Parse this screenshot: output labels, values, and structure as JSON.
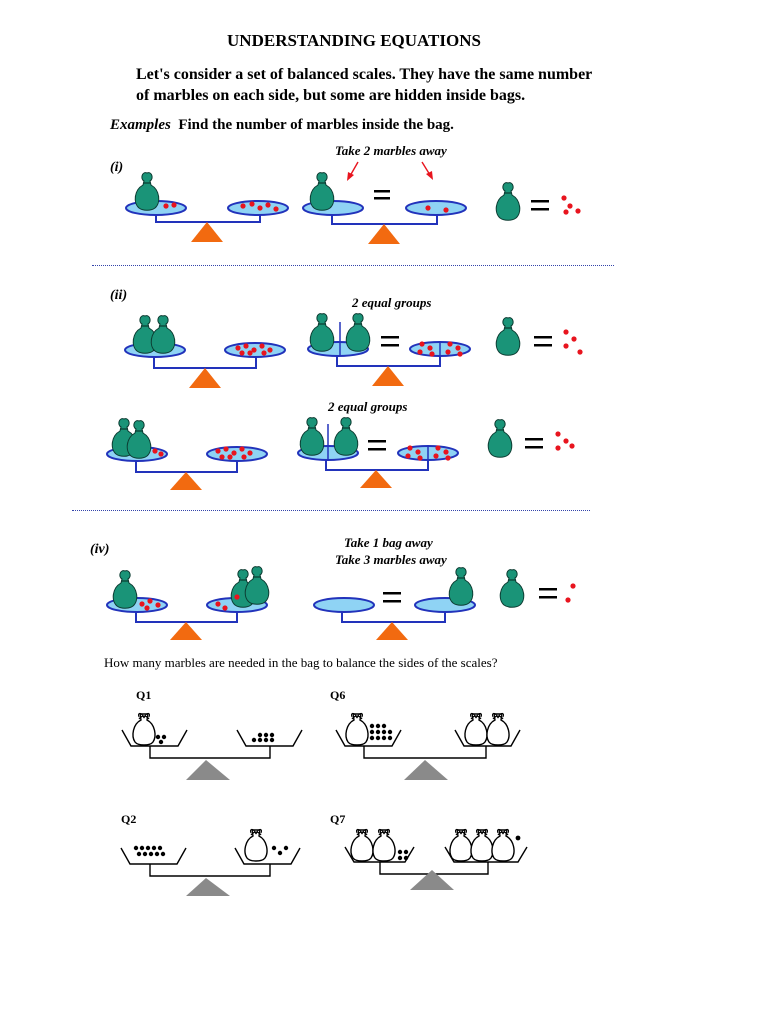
{
  "title": "UNDERSTANDING EQUATIONS",
  "intro": {
    "line1": "Let's consider a set of balanced scales. They have the same number",
    "line2": "of marbles on each side, but some are hidden inside bags."
  },
  "examples": {
    "label": "Examples",
    "instruction": "Find the number of marbles inside the bag."
  },
  "example_labels": {
    "i": "(i)",
    "ii": "(ii)",
    "iv": "(iv)"
  },
  "captions": {
    "take_2_marbles": "Take 2 marbles away",
    "two_equal_groups_a": "2 equal groups",
    "two_equal_groups_b": "2 equal groups",
    "take_1_bag": "Take 1 bag away",
    "take_3_marbles": "Take 3 marbles away"
  },
  "question": "How many marbles are needed in the bag to balance the sides of the scales?",
  "exercises": [
    {
      "label": "Q1"
    },
    {
      "label": "Q6"
    },
    {
      "label": "Q2"
    },
    {
      "label": "Q7"
    }
  ],
  "colors": {
    "bag": "#1a9478",
    "marble": "#e8141e",
    "pan": "#8fd3f4",
    "beam": "#2233bb",
    "pivot": "#f26a10",
    "gray_pivot": "#8a8a8a"
  }
}
